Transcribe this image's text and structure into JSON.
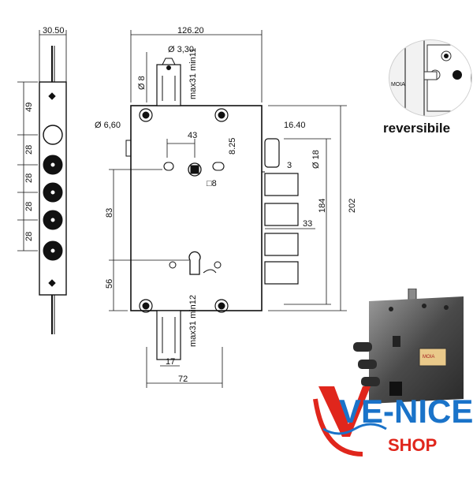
{
  "drawing": {
    "dimensions": {
      "plate_width": "30.50",
      "body_width": "126.20",
      "pin_diameter": "Ø 3,30",
      "slot_width": "Ø 8",
      "slot_top_range": "max31\nmin11",
      "hole_diameter": "Ø 6,60",
      "bolt_offset": "16.40",
      "spindle_distance": "43",
      "spindle_offset": "8.25",
      "square": "□8",
      "bolt_gap": "3",
      "bolt_diameter": "Ø 18",
      "bolt_height": "184",
      "body_height": "202",
      "bolt_projection": "33",
      "cylinder_distance": "83",
      "cylinder_to_bottom": "56",
      "slot_bottom_range": "max31\nmin12",
      "slot_bottom_width": "17",
      "slot_bottom_total": "72",
      "plate_top": "49",
      "plate_pitch_1": "28",
      "plate_pitch_2": "28",
      "plate_pitch_3": "28",
      "plate_pitch_4": "28"
    },
    "thumbnail_text": "MOIA",
    "reversible_label": "reversibile"
  },
  "photo": {
    "brand_sticker": "MOIA"
  },
  "logo": {
    "brand": "VE-NICE",
    "sub": "SHOP",
    "brand_color": "#1a73c9",
    "accent_color": "#e0261c"
  }
}
